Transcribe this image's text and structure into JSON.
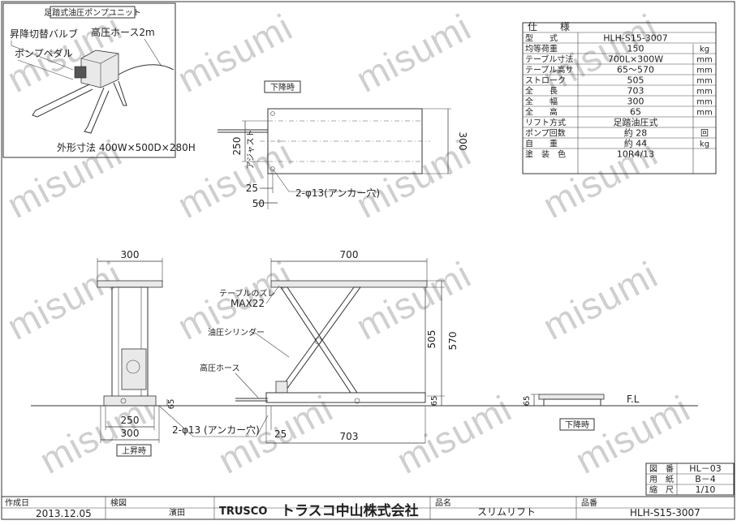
{
  "inset": {
    "title": "足踏式油圧ポンプユニット",
    "valve": "昇降切替バルブ",
    "pedal": "ポンプペダル",
    "hose": "高圧ホース2m",
    "dims": "外形寸法 400W×500D×280H"
  },
  "spec": {
    "header": [
      "仕",
      "様"
    ],
    "rows": [
      {
        "label": "型　　式",
        "value": "HLH-S15-3007",
        "unit": ""
      },
      {
        "label": "均等荷重",
        "value": "150",
        "unit": "kg"
      },
      {
        "label": "テーブル寸法",
        "value": "700L×300W",
        "unit": "mm"
      },
      {
        "label": "テーブル高サ",
        "value": "65～570",
        "unit": "mm"
      },
      {
        "label": "ストローク",
        "value": "505",
        "unit": "mm"
      },
      {
        "label": "全　　長",
        "value": "703",
        "unit": "mm"
      },
      {
        "label": "全　　幅",
        "value": "300",
        "unit": "mm"
      },
      {
        "label": "全　　高",
        "value": "65",
        "unit": "mm"
      },
      {
        "label": "リフト方式",
        "value": "足踏油圧式",
        "unit": ""
      },
      {
        "label": "ポンプ回数",
        "value": "約 28",
        "unit": "回"
      },
      {
        "label": "自　　重",
        "value": "約 44",
        "unit": "kg"
      },
      {
        "label": "塗　装　色",
        "value": "10R4/13",
        "unit": ""
      }
    ]
  },
  "top_view": {
    "label": "下降時",
    "d250": "250",
    "d300": "300",
    "dalign": "アジャスト",
    "d25": "25",
    "d50": "50",
    "hole": "2-φ13(アンカー穴)"
  },
  "front_view": {
    "d300": "300",
    "d250": "250",
    "d300b": "300",
    "d65": "65",
    "raised": "上昇時",
    "hole": "2-φ13 (アンカー穴)"
  },
  "side_view": {
    "d700": "700",
    "d505": "505",
    "d570": "570",
    "d65": "65",
    "d25": "25",
    "d703": "703",
    "shift": "テーブルのズレ",
    "shift_max": "MAX22",
    "cyl": "油圧シリンダー",
    "hose": "高圧ホース"
  },
  "low_view": {
    "d65": "65",
    "fl": "F.L",
    "label": "下降時"
  },
  "title_block": {
    "rows": [
      {
        "label": "図　番",
        "value": "HL－03"
      },
      {
        "label": "用　紙",
        "value": "B－4"
      },
      {
        "label": "縮　尺",
        "value": "1/10"
      }
    ],
    "date_label": "作成日",
    "date": "2013.12.05",
    "check_label": "検図",
    "checker": "濱田",
    "brand": "TRUSCO",
    "company": "トラスコ中山株式会社",
    "name_label": "品名",
    "name": "スリムリフト",
    "model_label": "品番",
    "model": "HLH-S15-3007"
  },
  "watermark": "misumi"
}
